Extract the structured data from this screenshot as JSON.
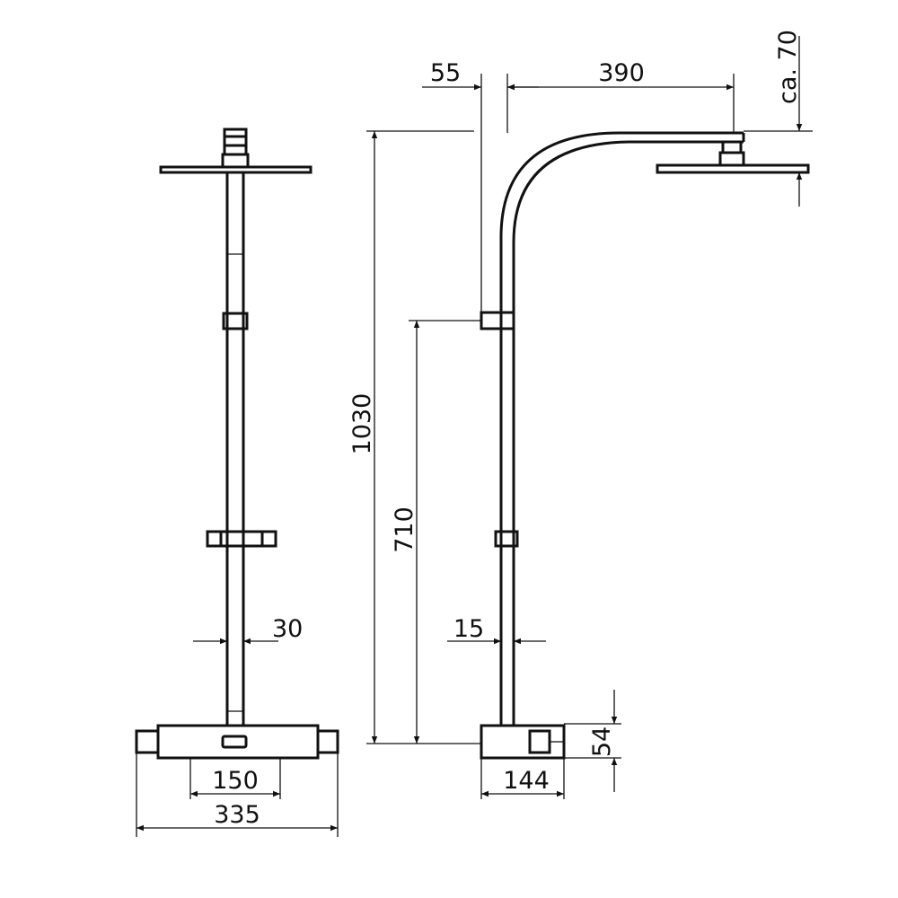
{
  "dimensions": {
    "front": {
      "pipe_diameter": "30",
      "thermostat_center": "150",
      "overall_width": "335"
    },
    "side": {
      "offset": "55",
      "arm_reach": "390",
      "head_height": "ca. 70",
      "total_height": "1030",
      "slider_height": "710",
      "pipe_diameter": "15",
      "thermostat_depth": "144",
      "thermostat_height": "54"
    }
  }
}
